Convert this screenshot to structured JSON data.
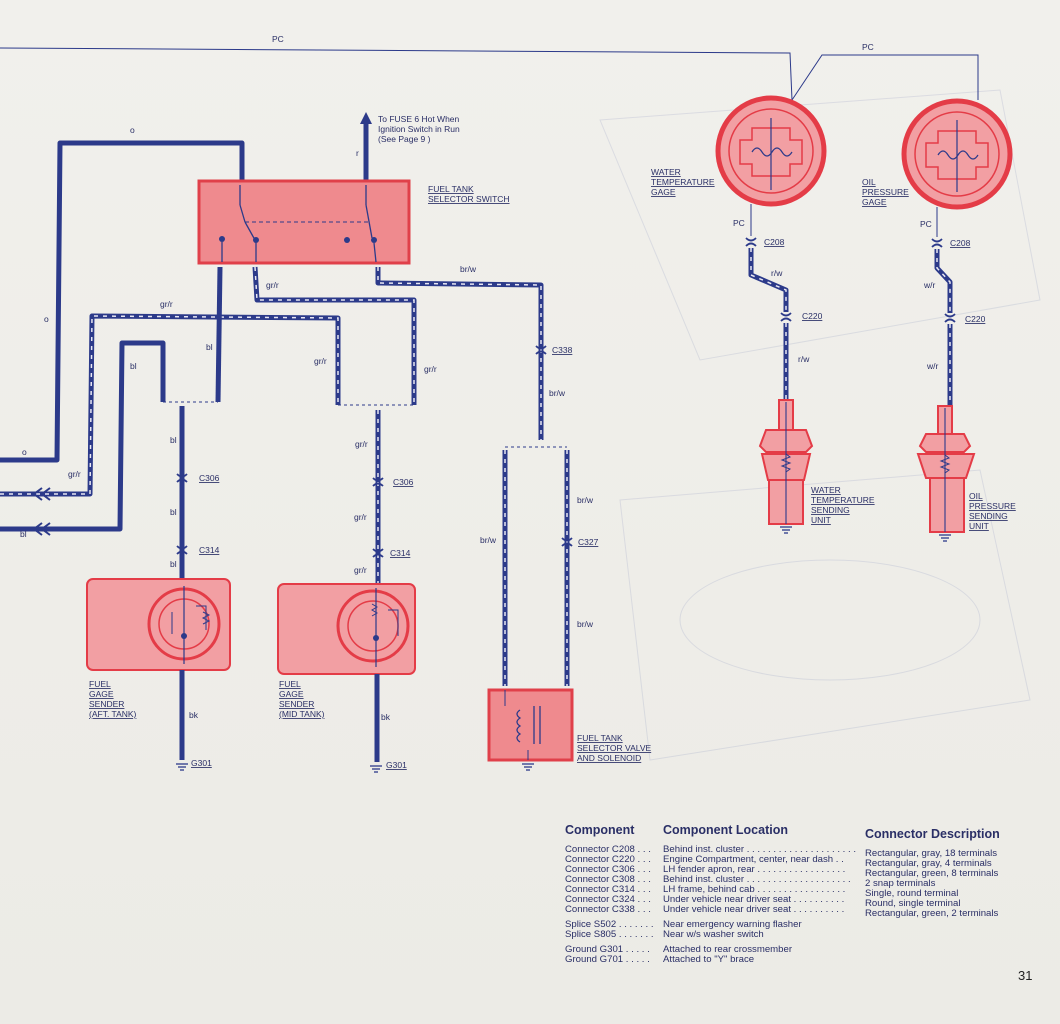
{
  "wires": {
    "pc_top": "PC",
    "pc_right": "PC",
    "o_top": "o",
    "o_left": "o",
    "o_bottom": "o",
    "r": "r",
    "gr_r_1": "gr/r",
    "gr_r_2": "gr/r",
    "gr_r_3": "gr/r",
    "gr_r_4": "gr/r",
    "gr_r_5": "gr/r",
    "gr_r_6": "gr/r",
    "gr_r_7": "gr/r",
    "gr_r_8": "gr/r",
    "gr_r_left": "gr/r",
    "bl_1": "bl",
    "bl_2": "bl",
    "bl_3": "bl",
    "bl_4": "bl",
    "bl_5": "bl",
    "bl_left": "bl",
    "br_w_1": "br/w",
    "br_w_2": "br/w",
    "br_w_3": "br/w",
    "br_w_4": "br/w",
    "br_w_5": "br/w",
    "bk_1": "bk",
    "bk_2": "bk",
    "pc_wt": "PC",
    "pc_op": "PC",
    "r_w_1": "r/w",
    "r_w_2": "r/w",
    "w_r_1": "w/r",
    "w_r_2": "w/r"
  },
  "connectors": {
    "c208_a": "C208",
    "c208_b": "C208",
    "c220_a": "C220",
    "c220_b": "C220",
    "c306_a": "C306",
    "c306_b": "C306",
    "c314_a": "C314",
    "c314_b": "C314",
    "c338": "C338",
    "c327": "C327",
    "g301_a": "G301",
    "g301_b": "G301"
  },
  "labels": {
    "fuse_note": [
      "To FUSE 6 Hot When",
      "Ignition Switch in Run",
      "(See Page 9 )"
    ],
    "selector_switch": [
      "FUEL TANK",
      "SELECTOR SWITCH"
    ],
    "water_gage": [
      "WATER",
      "TEMPERATURE",
      "GAGE"
    ],
    "oil_gage": [
      "OIL",
      "PRESSURE",
      "GAGE"
    ],
    "water_sender": [
      "WATER",
      "TEMPERATURE",
      "SENDING",
      "UNIT"
    ],
    "oil_sender": [
      "OIL",
      "PRESSURE",
      "SENDING",
      "UNIT"
    ],
    "fuel_aft": [
      "FUEL",
      "GAGE",
      "SENDER",
      "(AFT. TANK)"
    ],
    "fuel_mid": [
      "FUEL",
      "GAGE",
      "SENDER",
      "(MID TANK)"
    ],
    "valve": [
      "FUEL TANK",
      "SELECTOR VALVE",
      "AND SOLENOID"
    ]
  },
  "legend": {
    "headers": {
      "component": "Component",
      "location": "Component Location",
      "description": "Connector Description"
    },
    "rows": [
      {
        "component": "Connector C208 . . .",
        "location": "Behind inst. cluster . . . . . . . . . . . . . . . . . . . . .",
        "description": "Rectangular, gray, 18 terminals"
      },
      {
        "component": "Connector C220 . . .",
        "location": "Engine Compartment, center, near dash . .",
        "description": "Rectangular, gray, 4 terminals"
      },
      {
        "component": "Connector C306 . . .",
        "location": "LH fender apron, rear . . . . . . . . . . . . . . . . .",
        "description": "Rectangular, green, 8 terminals"
      },
      {
        "component": "Connector C308 . . .",
        "location": "Behind inst. cluster . . . . . . . . . . . . . . . . . . . .",
        "description": "2 snap terminals"
      },
      {
        "component": "Connector C314 . . .",
        "location": "LH frame, behind cab . . . . . . . . . . . . . . . . .",
        "description": "Single, round terminal"
      },
      {
        "component": "Connector C324 . . .",
        "location": "Under vehicle near driver seat . . . . . . . . . .",
        "description": "Round, single terminal"
      },
      {
        "component": "Connector C338 . . .",
        "location": "Under vehicle near driver seat . . . . . . . . . .",
        "description": "Rectangular, green, 2 terminals"
      },
      {
        "component": "Splice S502 . . . . . . .",
        "location": "Near emergency warning flasher",
        "description": ""
      },
      {
        "component": "Splice S805 . . . . . . .",
        "location": "Near w/s washer switch",
        "description": ""
      },
      {
        "component": "Ground G301 . . . . .",
        "location": "Attached to rear crossmember",
        "description": ""
      },
      {
        "component": "Ground G701 . . . . .",
        "location": "Attached to \"Y\" brace",
        "description": ""
      }
    ]
  },
  "page_number": "31",
  "colors": {
    "wire": "#2c3a8a",
    "component_fill": "#f29fa3",
    "component_stroke": "#e43c47",
    "paper": "#efeee9"
  }
}
